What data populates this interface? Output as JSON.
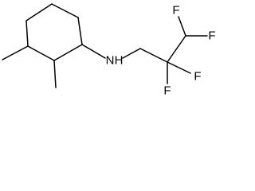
{
  "structure": {
    "atom_labels": {
      "amine_n": "N",
      "amine_h": "H",
      "fluorine": "F"
    },
    "bond_color": "#000000",
    "label_color": "#000000",
    "background_color": "#ffffff"
  }
}
